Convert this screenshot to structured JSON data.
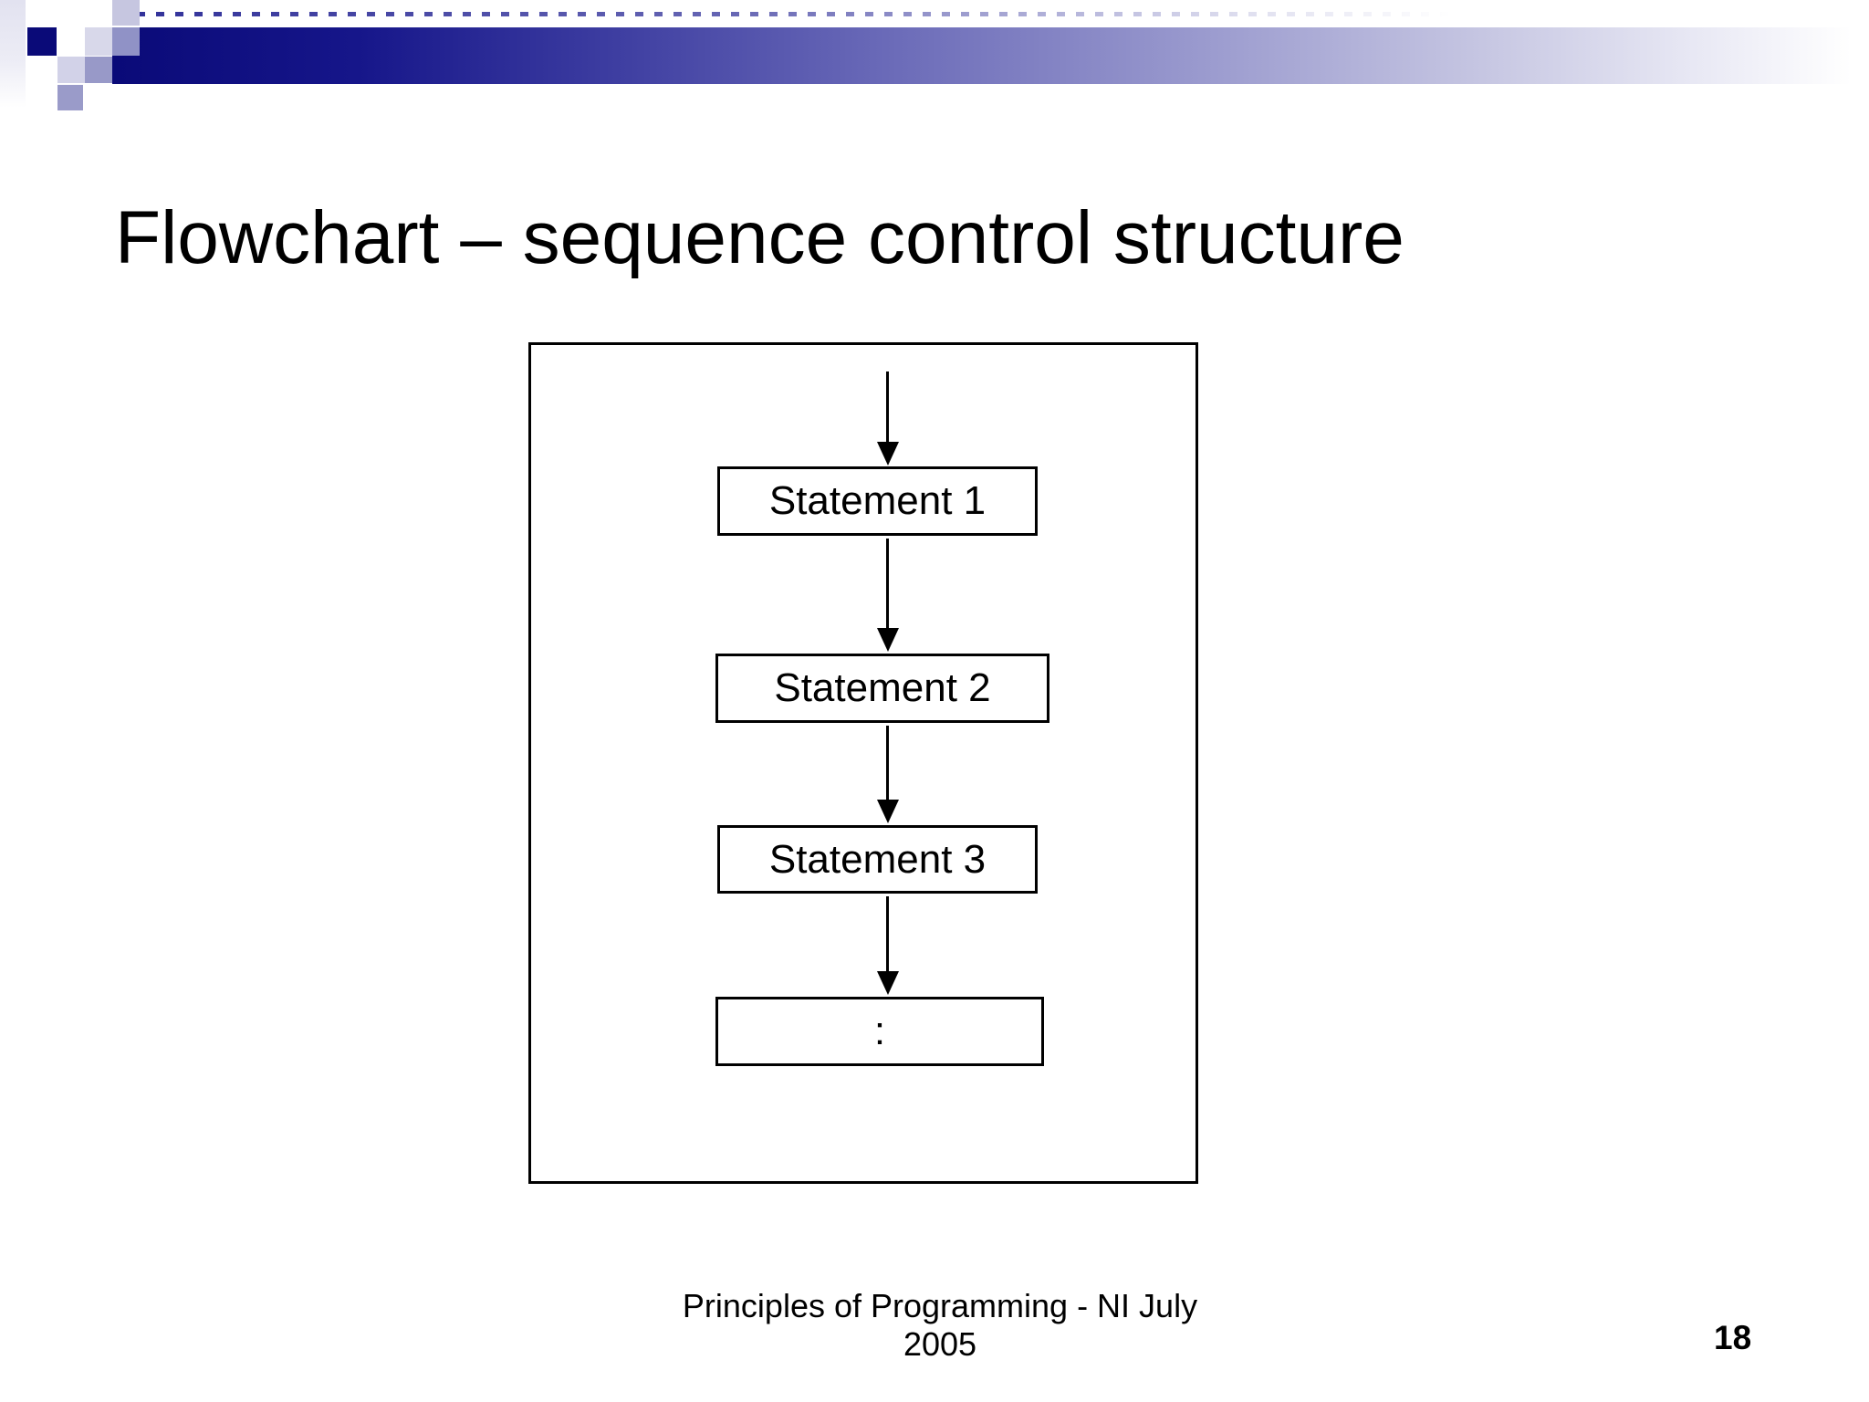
{
  "slide": {
    "title": "Flowchart – sequence control structure",
    "footer": {
      "line1": "Principles of Programming - NI July",
      "line2": "2005"
    },
    "page_number": "18"
  },
  "flowchart": {
    "nodes": [
      {
        "label": "Statement 1"
      },
      {
        "label": "Statement 2"
      },
      {
        "label": "Statement 3"
      },
      {
        "label": ":"
      }
    ]
  },
  "colors": {
    "header_navy": "#0a0a78",
    "header_periwinkle": "#9092c6",
    "header_lavender_light": "#d8d8ea",
    "text": "#000000",
    "background": "#ffffff"
  }
}
